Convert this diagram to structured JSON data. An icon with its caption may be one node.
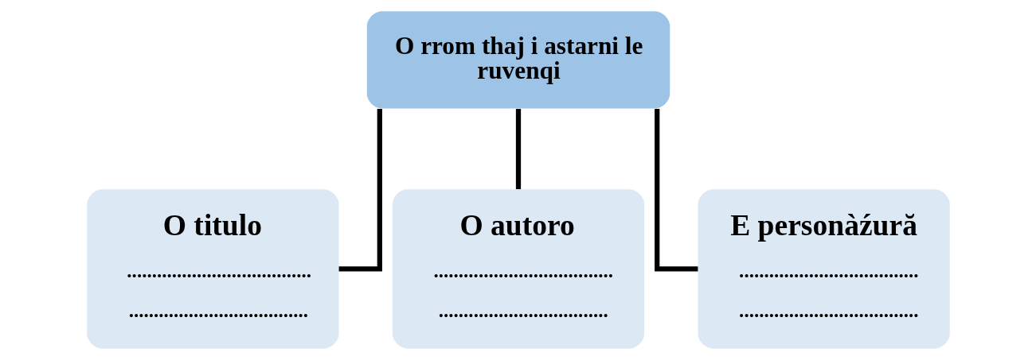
{
  "diagram": {
    "nodes": [
      {
        "text": [
          "O rrom thaj i astarni le ruvenqi"
        ]
      },
      {
        "text": [
          "O titulo",
          ".....................................",
          "...................................."
        ]
      },
      {
        "text": [
          "O autoro",
          "....................................",
          ".................................."
        ]
      },
      {
        "text": [
          "E personàźură",
          "....................................",
          "...................................."
        ]
      }
    ],
    "edges": [
      {
        "from": 0,
        "to": 1,
        "arrow": "none"
      },
      {
        "from": 0,
        "to": 2,
        "arrow": "none"
      },
      {
        "from": 0,
        "to": 3,
        "arrow": "none"
      }
    ]
  }
}
